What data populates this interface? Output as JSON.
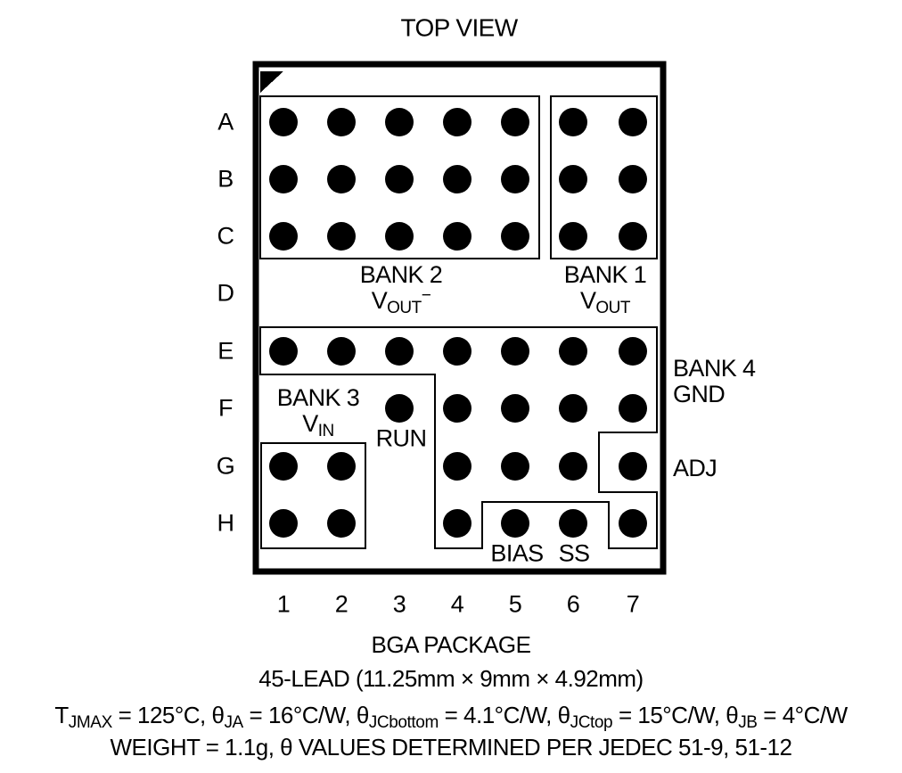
{
  "title": "TOP VIEW",
  "diagram": {
    "row_labels": [
      "A",
      "B",
      "C",
      "D",
      "E",
      "F",
      "G",
      "H"
    ],
    "col_labels": [
      "1",
      "2",
      "3",
      "4",
      "5",
      "6",
      "7"
    ],
    "balls": {
      "A": [
        1,
        2,
        3,
        4,
        5,
        6,
        7
      ],
      "B": [
        1,
        2,
        3,
        4,
        5,
        6,
        7
      ],
      "C": [
        1,
        2,
        3,
        4,
        5,
        6,
        7
      ],
      "E": [
        1,
        2,
        3,
        4,
        5,
        6,
        7
      ],
      "F": [
        3,
        4,
        5,
        6,
        7
      ],
      "G": [
        1,
        2,
        4,
        5,
        6,
        7
      ],
      "H": [
        1,
        2,
        4,
        5,
        6,
        7
      ]
    },
    "banks": {
      "bank1": {
        "name": "BANK 1",
        "pin_main": "V",
        "pin_sub": "OUT",
        "pin_sup": ""
      },
      "bank2": {
        "name": "BANK 2",
        "pin_main": "V",
        "pin_sub": "OUT",
        "pin_sup": "−"
      },
      "bank3": {
        "name": "BANK 3",
        "pin_main": "V",
        "pin_sub": "IN",
        "pin_sup": ""
      },
      "bank4": {
        "name": "BANK 4",
        "pin": "GND"
      }
    },
    "pin_labels": {
      "run": "RUN",
      "adj": "ADJ",
      "bias": "BIAS",
      "ss": "SS"
    }
  },
  "captions": {
    "package": "BGA PACKAGE",
    "lead": "45-LEAD (11.25mm × 9mm × 4.92mm)",
    "thermal_segments": [
      {
        "t": "T"
      },
      {
        "s": "JMAX"
      },
      {
        "t": " = 125°C, θ"
      },
      {
        "s": "JA"
      },
      {
        "t": " = 16°C/W, θ"
      },
      {
        "s": "JCbottom"
      },
      {
        "t": " = 4.1°C/W, θ"
      },
      {
        "s": "JCtop"
      },
      {
        "t": " = 15°C/W, θ"
      },
      {
        "s": "JB"
      },
      {
        "t": " = 4°C/W"
      }
    ],
    "weight": "WEIGHT = 1.1g, θ VALUES DETERMINED PER JEDEC 51-9, 51-12"
  },
  "colors": {
    "ink": "#000000",
    "paper": "#ffffff"
  }
}
